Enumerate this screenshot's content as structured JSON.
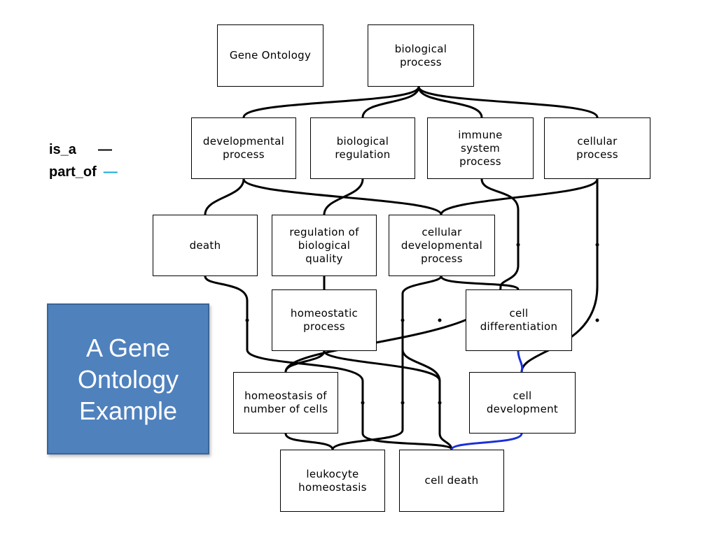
{
  "nodes": {
    "gene_ontology": "Gene Ontology",
    "biological_process": "biological\nprocess",
    "developmental_process": "developmental\nprocess",
    "biological_regulation": "biological\nregulation",
    "immune_system_process": "immune\nsystem\nprocess",
    "cellular_process": "cellular\nprocess",
    "death": "death",
    "regulation_of_biological_quality": "regulation of\nbiological\nquality",
    "cellular_developmental_process": "cellular\ndevelopmental\nprocess",
    "homeostatic_process": "homeostatic\nprocess",
    "cell_differentiation": "cell\ndifferentiation",
    "homeostasis_of_number_of_cells": "homeostasis of\nnumber of cells",
    "cell_development": "cell\ndevelopment",
    "leukocyte_homeostasis": "leukocyte\nhomeostasis",
    "cell_death": "cell death"
  },
  "legend": {
    "is_a_label": "is_a",
    "is_a_mark": "—",
    "part_of_label": "part_of",
    "part_of_mark": "—"
  },
  "title": "A Gene\nOntology\nExample",
  "colors": {
    "is_a": "#000000",
    "part_of": "#1a2fd6",
    "part_of_legend": "#1aa7d9",
    "title_fill": "#4f81bd"
  }
}
